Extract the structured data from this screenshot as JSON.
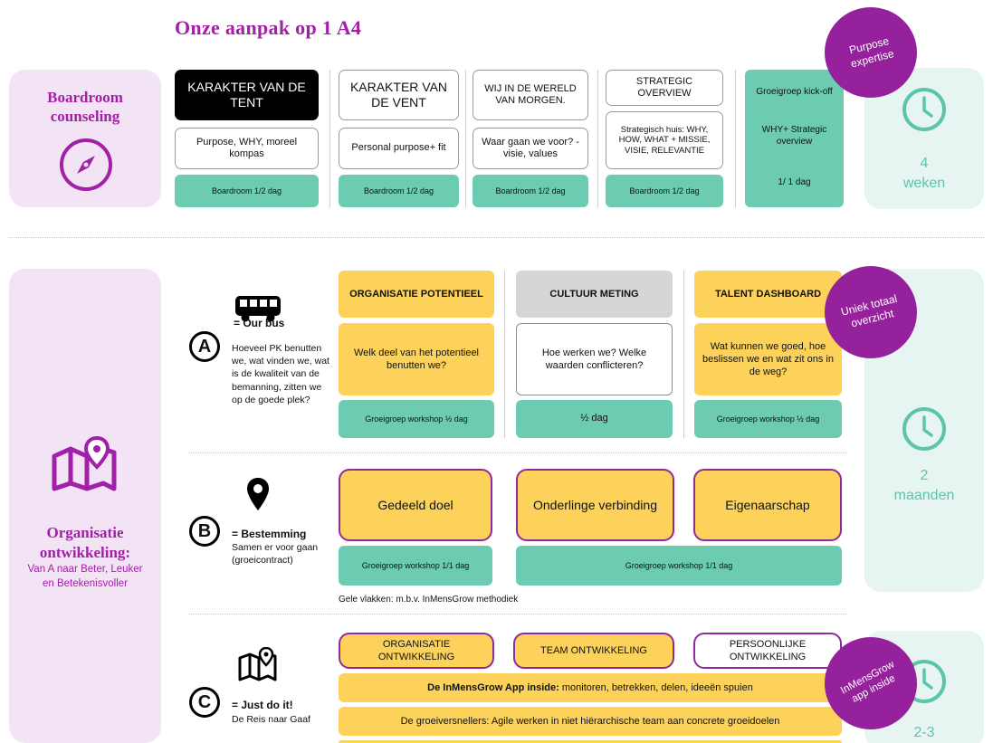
{
  "title": "Onze aanpak op 1 A4",
  "section1": {
    "heading": "Boardroom counseling",
    "columns": [
      {
        "header": "KARAKTER VAN DE TENT",
        "body": "Purpose, WHY, moreel kompas",
        "footer": "Boardroom 1/2 dag"
      },
      {
        "header": "KARAKTER VAN DE VENT",
        "body": "Personal purpose+ fit",
        "footer": "Boardroom 1/2 dag"
      },
      {
        "header": "WIJ IN DE WERELD VAN MORGEN.",
        "body": "Waar gaan we voor? - visie, values",
        "footer": "Boardroom 1/2 dag"
      },
      {
        "header": "STRATEGIC OVERVIEW",
        "body": "Strategisch huis: WHY, HOW, WHAT + MISSIE, VISIE, RELEVANTIE",
        "footer": "Boardroom 1/2 dag"
      }
    ],
    "kickoff": {
      "line1": "Groeigroep kick-off",
      "line2": "WHY+ Strategic overview",
      "line3": "1/ 1 dag"
    },
    "badge": "Purpose expertise",
    "duration": {
      "num": "4",
      "unit": "weken"
    }
  },
  "section2": {
    "heading": "Organisatie ontwikkeling:",
    "subtitle": "Van A naar Beter, Leuker en Betekenisvoller",
    "rowA": {
      "letter": "A",
      "label": "= Our bus",
      "text": "Hoeveel PK benutten we, wat vinden we, wat is de kwaliteit van de bemanning, zitten we op de goede plek?",
      "columns": [
        {
          "header": "ORGANISATIE POTENTIEEL",
          "body": "Welk deel van het potentieel benutten we?",
          "footer": "Groeigroep workshop ½ dag"
        },
        {
          "header": "CULTUUR METING",
          "body": "Hoe werken we? Welke waarden conflicteren?",
          "footer": "½ dag"
        },
        {
          "header": "TALENT DASHBOARD",
          "body": "Wat kunnen we goed, hoe beslissen we en wat zit ons in de weg?",
          "footer": "Groeigroep workshop ½ dag"
        }
      ]
    },
    "rowB": {
      "letter": "B",
      "label": "= Bestemming",
      "text": "Samen er voor gaan (groeicontract)",
      "boxes": [
        "Gedeeld doel",
        "Onderlinge verbinding",
        "Eigenaarschap"
      ],
      "footer1": "Groeigroep workshop 1/1 dag",
      "footer2": "Groeigroep workshop 1/1 dag",
      "note": "Gele vlakken: m.b.v. InMensGrow methodiek"
    },
    "rowC": {
      "letter": "C",
      "label": "= Just do it!",
      "text": "De Reis naar Gaaf",
      "boxes": [
        "ORGANISATIE ONTWIKKELING",
        "TEAM ONTWIKKELING",
        "PERSOONLIJKE ONTWIKKELING"
      ],
      "bar1_bold": "De InMensGrow App inside:",
      "bar1_rest": " monitoren, betrekken, delen, ideeën spuien",
      "bar2": "De groeiversnellers: Agile werken in niet hiërarchische team aan concrete groeidoelen"
    },
    "badge1": "Uniek totaal overzicht",
    "badge2": "InMensGrow app inside",
    "duration": {
      "num": "2",
      "unit": "maanden"
    },
    "duration2": "2-3"
  },
  "colors": {
    "purple": "#a21fa8",
    "teal": "#6ccbb0",
    "yellow": "#fcd25b",
    "pink": "#f3e4f5",
    "mint": "#e6f5f1"
  }
}
